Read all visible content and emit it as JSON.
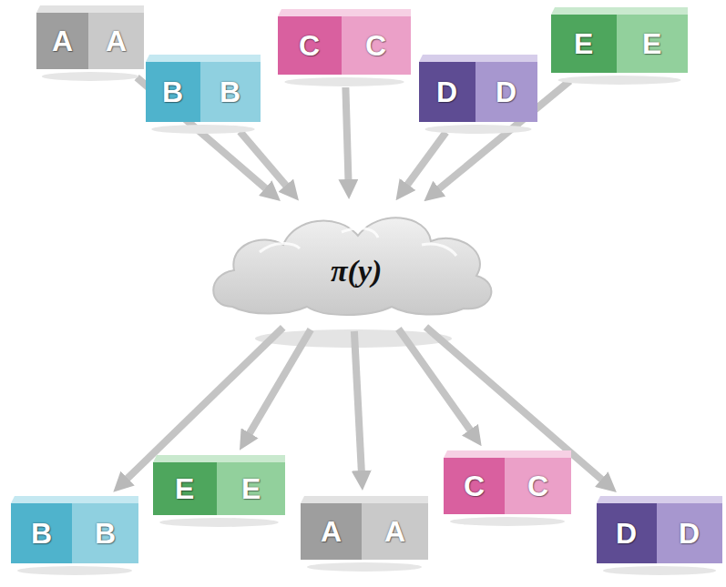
{
  "diagram": {
    "nodes": [
      {
        "text": [
          "A",
          "A"
        ]
      },
      {
        "text": [
          "B",
          "B"
        ]
      },
      {
        "text": [
          "C",
          "C"
        ]
      },
      {
        "text": [
          "D",
          "D"
        ]
      },
      {
        "text": [
          "E",
          "E"
        ]
      },
      {
        "text": [
          "π(y)"
        ]
      },
      {
        "text": [
          "B",
          "B"
        ]
      },
      {
        "text": [
          "E",
          "E"
        ]
      },
      {
        "text": [
          "A",
          "A"
        ]
      },
      {
        "text": [
          "C",
          "C"
        ]
      },
      {
        "text": [
          "D",
          "D"
        ]
      }
    ],
    "edges": [
      {
        "from": 0,
        "to": 5,
        "arrow": "to"
      },
      {
        "from": 1,
        "to": 5,
        "arrow": "to"
      },
      {
        "from": 2,
        "to": 5,
        "arrow": "to"
      },
      {
        "from": 3,
        "to": 5,
        "arrow": "to"
      },
      {
        "from": 4,
        "to": 5,
        "arrow": "to"
      },
      {
        "from": 5,
        "to": 6,
        "arrow": "to"
      },
      {
        "from": 5,
        "to": 7,
        "arrow": "to"
      },
      {
        "from": 5,
        "to": 8,
        "arrow": "to"
      },
      {
        "from": 5,
        "to": 9,
        "arrow": "to"
      },
      {
        "from": 5,
        "to": 10,
        "arrow": "to"
      }
    ]
  }
}
